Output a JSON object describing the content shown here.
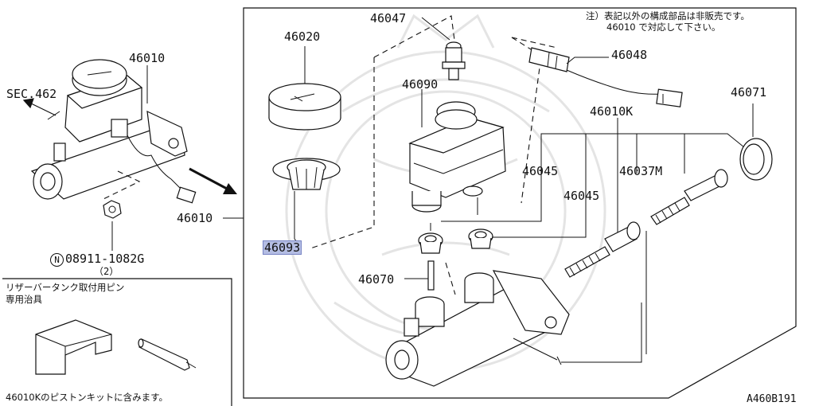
{
  "labels": {
    "p46047": "46047",
    "p46020": "46020",
    "p46090": "46090",
    "p46048": "46048",
    "p46010_top": "46010",
    "p46010_left": "46010",
    "p46010k": "46010K",
    "p46071": "46071",
    "p46045_a": "46045",
    "p46045_b": "46045",
    "p46037m": "46037M",
    "p46093": "46093",
    "p46070": "46070",
    "sec": "SEC.462",
    "nut_part": "08911-1082G",
    "nut_qty": "（2）",
    "nut_symbol": "N",
    "figure_code": "A460B191"
  },
  "notes": {
    "note_line1": "注）表記以外の構成部品は非販売です。",
    "note_line2": "46010 で対応して下さい。",
    "tool_title_line1": "リザーバータンク取付用ピン",
    "tool_title_line2": "専用治具",
    "kit_note": "46010Kのピストンキットに含みます。"
  },
  "colors": {
    "highlight": "#b4bde3",
    "line": "#111111",
    "watermark": "#e4e4e4"
  }
}
